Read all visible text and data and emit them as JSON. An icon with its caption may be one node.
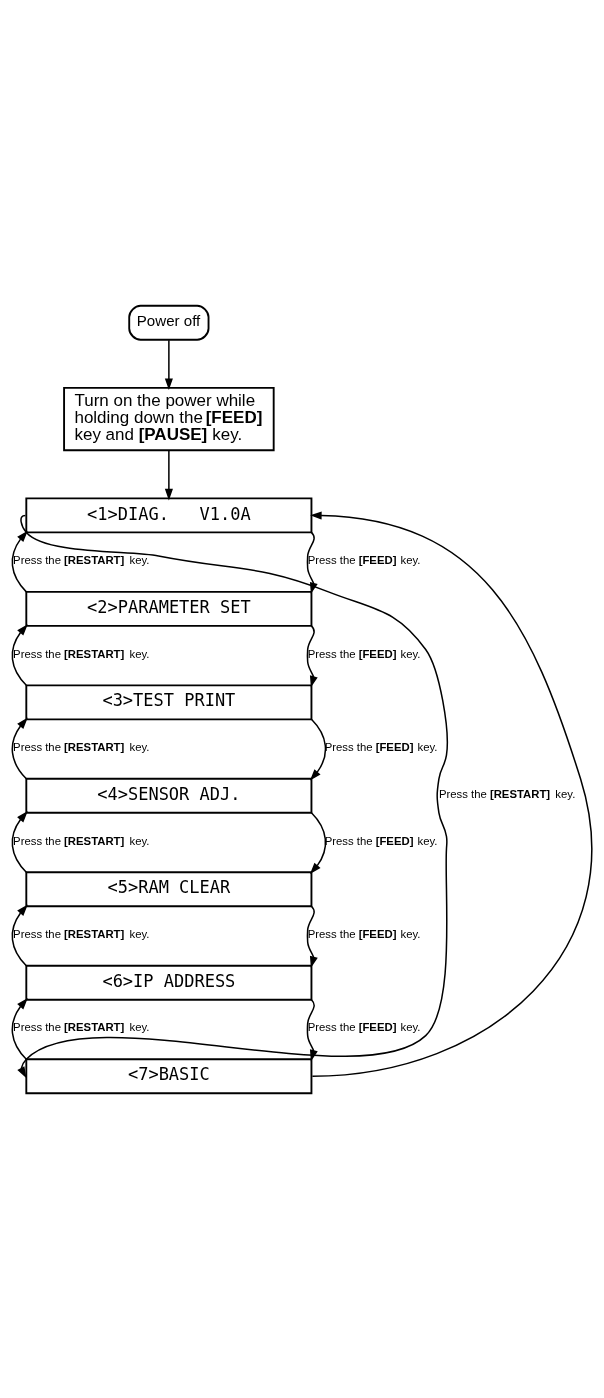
{
  "diagram": {
    "nodes": [
      {
        "text": [
          "Power off"
        ]
      },
      {
        "text": [
          "Turn on the power while holding down the **[FEED]** key and **[PAUSE]** key."
        ]
      },
      {
        "text": [
          "<1>DIAG.   V1.0A"
        ]
      },
      {
        "text": [
          "<2>PARAMETER SET"
        ]
      },
      {
        "text": [
          "<3>TEST PRINT"
        ]
      },
      {
        "text": [
          "<4>SENSOR ADJ."
        ]
      },
      {
        "text": [
          "<5>RAM CLEAR"
        ]
      },
      {
        "text": [
          "<6>IP ADDRESS"
        ]
      },
      {
        "text": [
          "<7>BASIC"
        ]
      }
    ],
    "edges": [
      {
        "from": 0,
        "to": 1,
        "arrow": "to"
      },
      {
        "from": 1,
        "to": 2,
        "arrow": "to"
      },
      {
        "from": 2,
        "to": 8,
        "arrow": "to",
        "label": "Press the **[RESTART]** key."
      },
      {
        "from": 2,
        "to": 3,
        "arrow": "to",
        "label": "Press the **[FEED]** key."
      },
      {
        "from": 3,
        "to": 2,
        "arrow": "to",
        "label": "Press the **[RESTART]** key."
      },
      {
        "from": 3,
        "to": 4,
        "arrow": "to",
        "label": "Press the **[FEED]** key."
      },
      {
        "from": 4,
        "to": 3,
        "arrow": "to",
        "label": "Press the **[RESTART]** key."
      },
      {
        "from": 4,
        "to": 5,
        "arrow": "to",
        "label": "Press the **[FEED]** key."
      },
      {
        "from": 5,
        "to": 4,
        "arrow": "to",
        "label": "Press the **[RESTART]** key."
      },
      {
        "from": 5,
        "to": 6,
        "arrow": "to",
        "label": "Press the **[FEED]** key."
      },
      {
        "from": 6,
        "to": 5,
        "arrow": "to",
        "label": "Press the **[RESTART]** key."
      },
      {
        "from": 6,
        "to": 7,
        "arrow": "to",
        "label": "Press the **[FEED]** key."
      },
      {
        "from": 7,
        "to": 6,
        "arrow": "to",
        "label": "Press the **[RESTART]** key."
      },
      {
        "from": 7,
        "to": 8,
        "arrow": "to",
        "label": "Press the **[FEED]** key."
      },
      {
        "from": 8,
        "to": 7,
        "arrow": "to",
        "label": "Press the **[RESTART]** key."
      },
      {
        "from": 8,
        "to": 2,
        "arrow": "to"
      }
    ]
  }
}
